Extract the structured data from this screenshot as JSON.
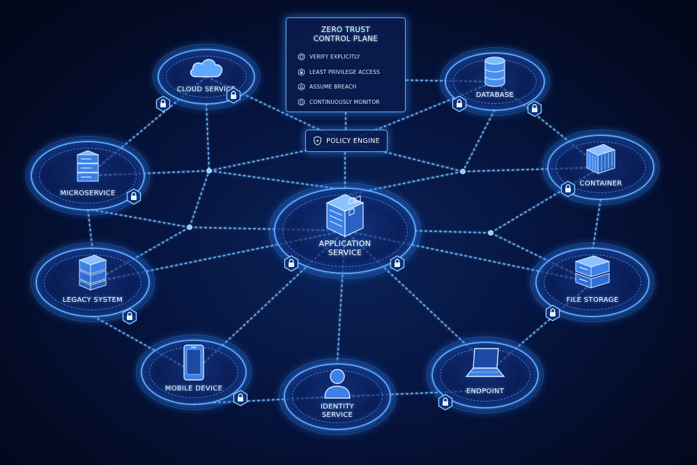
{
  "control_plane": {
    "title": "ZERO TRUST\nCONTROL PLANE",
    "items": [
      {
        "icon": "check-shield-icon",
        "label": "VERIFY EXPLICITLY"
      },
      {
        "icon": "lock-icon",
        "label": "LEAST PRIVILEGE ACCESS"
      },
      {
        "icon": "warning-triangle-icon",
        "label": "ASSUME BREACH"
      },
      {
        "icon": "monitor-eye-icon",
        "label": "CONTINUOUSLY MONITOR"
      }
    ]
  },
  "policy_engine": {
    "icon": "shield-icon",
    "label": "POLICY ENGINE"
  },
  "nodes": [
    {
      "id": "cloud",
      "label": "CLOUD SERVICE",
      "icon": "cloud-icon"
    },
    {
      "id": "database",
      "label": "DATABASE",
      "icon": "database-icon"
    },
    {
      "id": "microservice",
      "label": "MICROSERVICE",
      "icon": "server-rack-icon"
    },
    {
      "id": "container",
      "label": "CONTAINER",
      "icon": "container-icon"
    },
    {
      "id": "app",
      "label": "APPLICATION\nSERVICE",
      "icon": "application-cube-icon"
    },
    {
      "id": "legacy",
      "label": "LEGACY SYSTEM",
      "icon": "legacy-server-icon"
    },
    {
      "id": "filestorage",
      "label": "FILE STORAGE",
      "icon": "file-storage-icon"
    },
    {
      "id": "mobile",
      "label": "MOBILE DEVICE",
      "icon": "mobile-phone-icon"
    },
    {
      "id": "identity",
      "label": "IDENTITY\nSERVICE",
      "icon": "user-icon"
    },
    {
      "id": "endpoint",
      "label": "ENDPOINT",
      "icon": "laptop-icon"
    }
  ],
  "colors": {
    "background": "#050c24",
    "glow": "#2f8cff",
    "line": "#6fbaff",
    "text": "#ffffff"
  }
}
